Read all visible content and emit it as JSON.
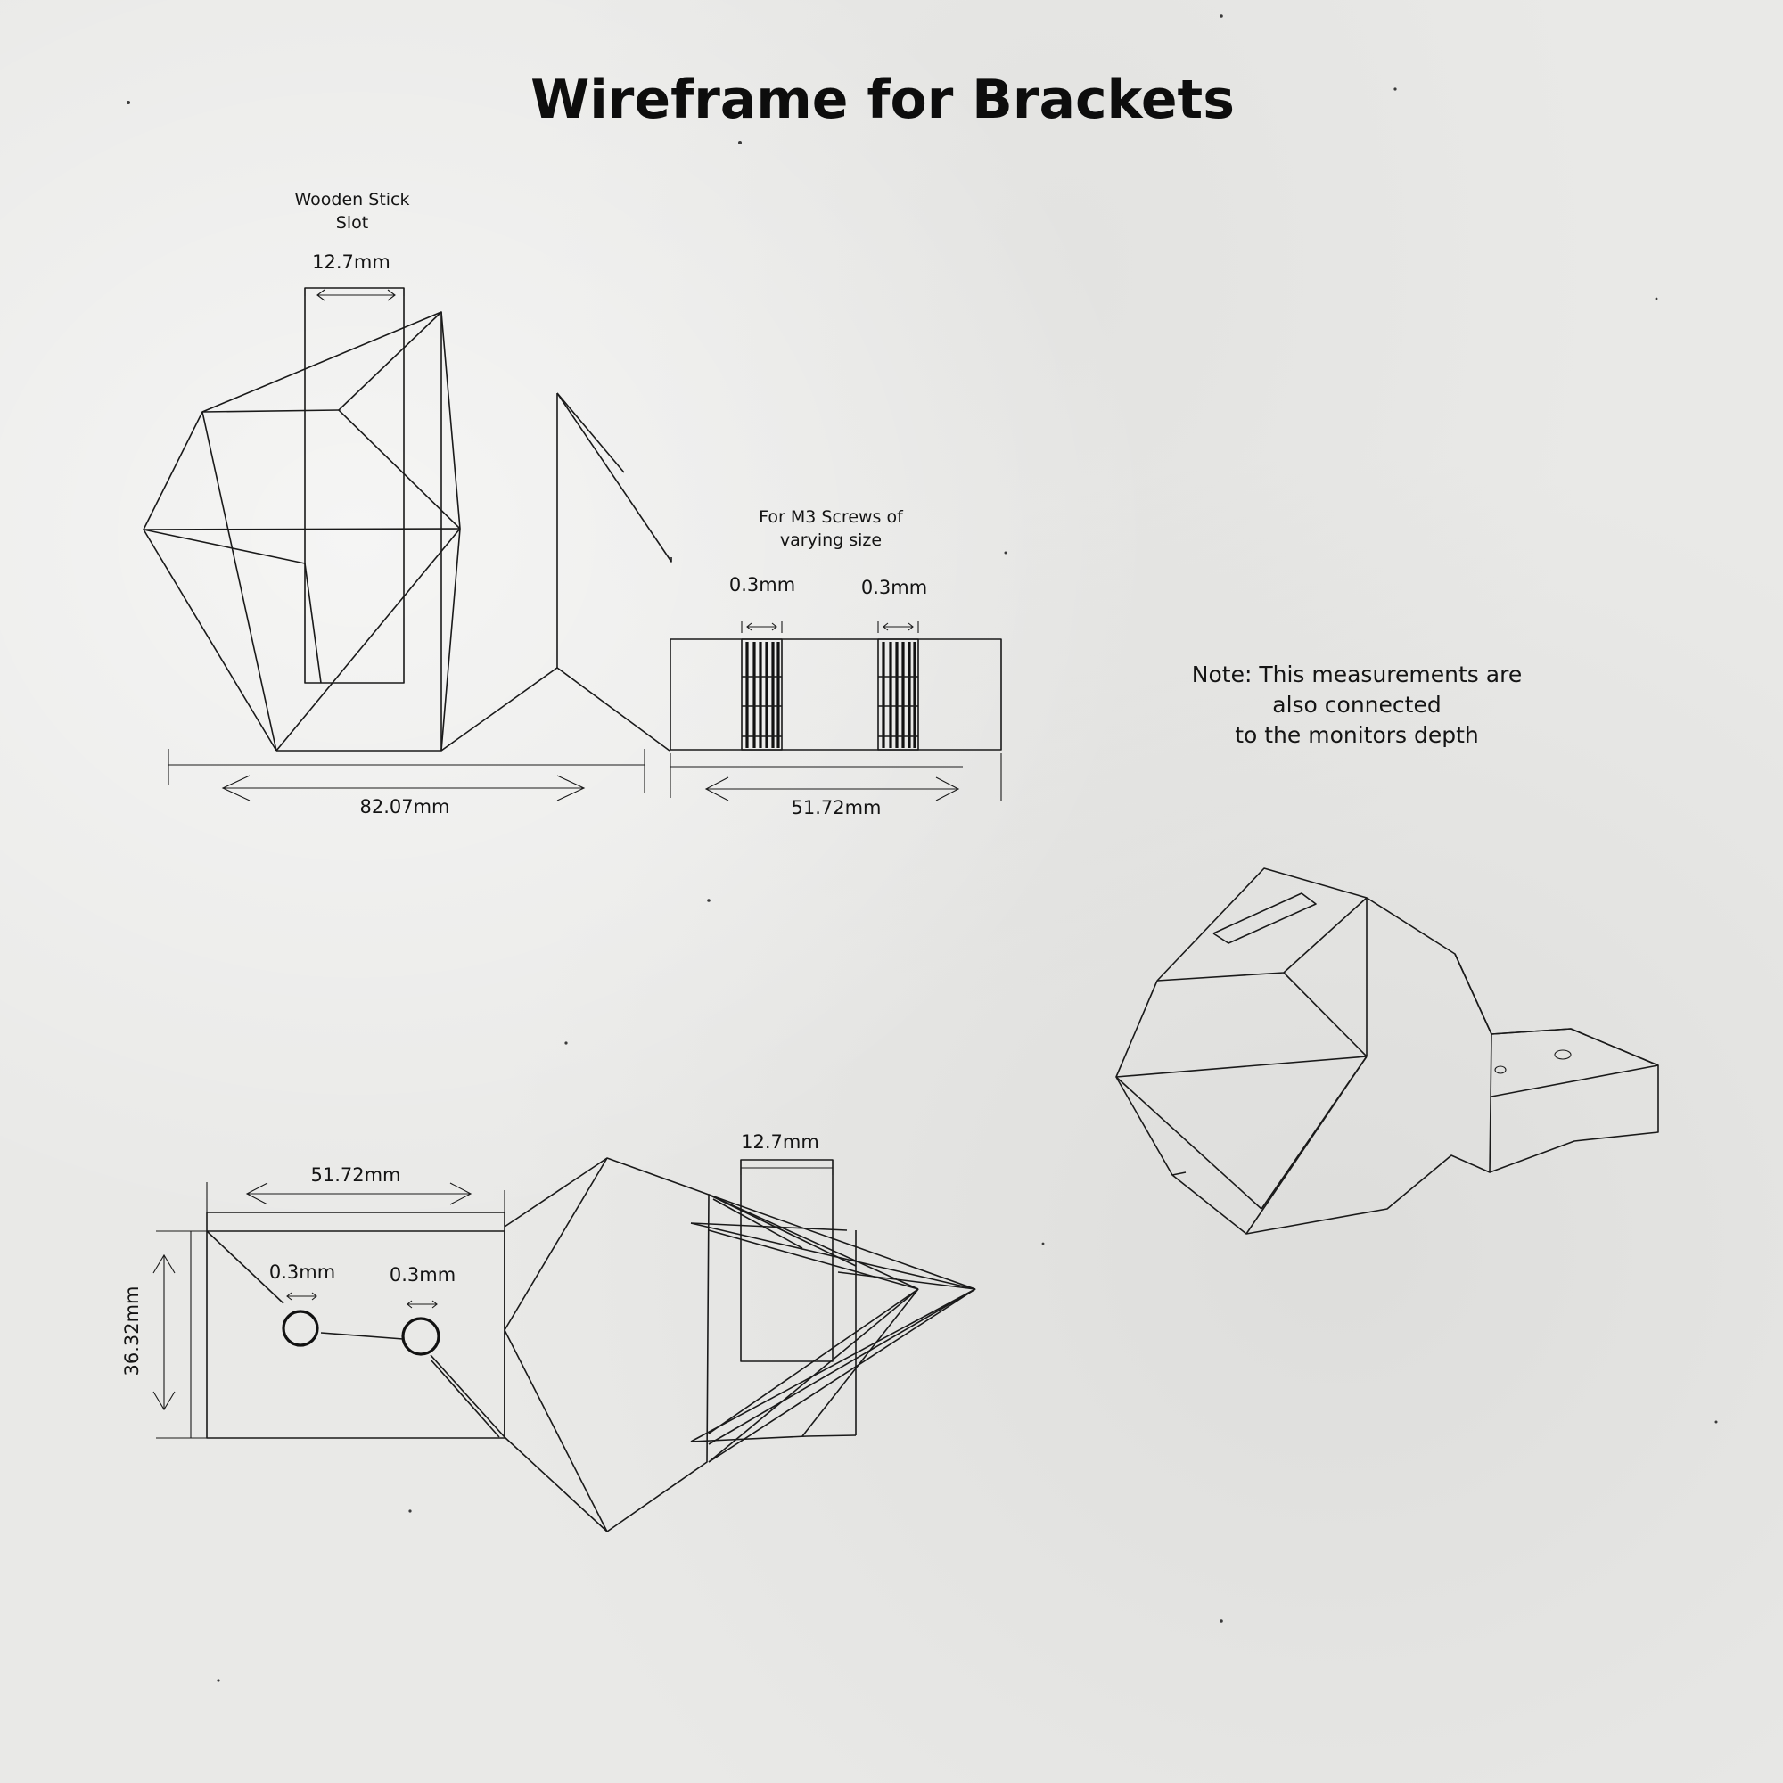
{
  "title": "Wireframe for Brackets",
  "labels": {
    "wooden_stick_line1": "Wooden Stick",
    "wooden_stick_line2": "Slot",
    "slot_width_top": "12.7mm",
    "screws_line1": "For M3 Screws of",
    "screws_line2": "varying size",
    "hole_left_top": "0.3mm",
    "hole_right_top": "0.3mm",
    "width_left_top": "82.07mm",
    "width_right_top": "51.72mm",
    "width_bottom": "51.72mm",
    "height_bottom": "36.32mm",
    "hole_left_bottom": "0.3mm",
    "hole_right_bottom": "0.3mm",
    "slot_width_bottom": "12.7mm"
  },
  "note": {
    "line1": "Note: This measurements are",
    "line2": "also connected",
    "line3": "to the monitors depth"
  },
  "colors": {
    "background": "#e9e9e7",
    "ink": "#1a1a1a"
  }
}
